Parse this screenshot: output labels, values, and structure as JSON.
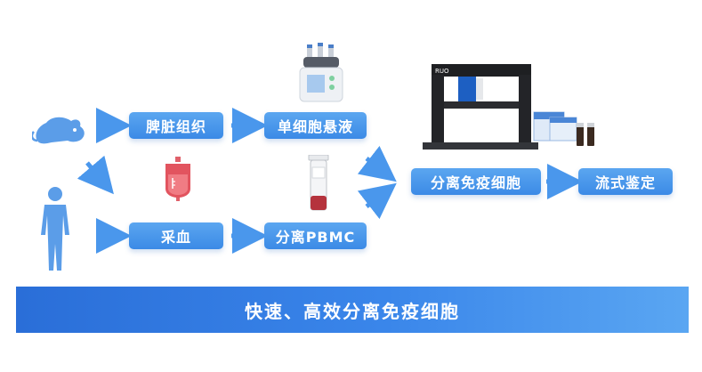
{
  "nodes": {
    "spleen": "脾脏组织",
    "single_cell": "单细胞悬液",
    "blood": "采血",
    "pbmc": "分离PBMC",
    "separate": "分离免疫细胞",
    "identify": "流式鉴定"
  },
  "banner": "快速、高效分离免疫细胞",
  "colors": {
    "box": "#4a97ec",
    "arrow": "#4a97ec",
    "banner": "#2f78e0",
    "icon": "#5b9de8"
  },
  "icons": [
    "mouse-icon",
    "human-icon",
    "blood-bag-icon",
    "tube-icon",
    "homogenizer-icon",
    "magnetic-separator-icon",
    "reagent-kit-icon"
  ]
}
